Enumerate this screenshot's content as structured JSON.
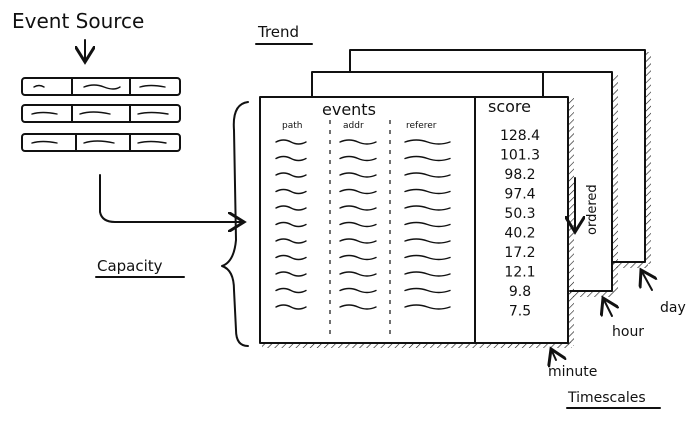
{
  "labels": {
    "event_source": "Event Source",
    "trend": "Trend",
    "capacity": "Capacity",
    "timescales": "Timescales",
    "minute": "minute",
    "hour": "hour",
    "day": "day",
    "ordered": "ordered"
  },
  "table": {
    "title": "events",
    "columns": [
      "path",
      "addr",
      "referer"
    ],
    "score_header": "score",
    "scores": [
      "128.4",
      "101.3",
      "98.2",
      "97.4",
      "50.3",
      "40.2",
      "17.2",
      "12.1",
      "9.8",
      "7.5"
    ]
  }
}
